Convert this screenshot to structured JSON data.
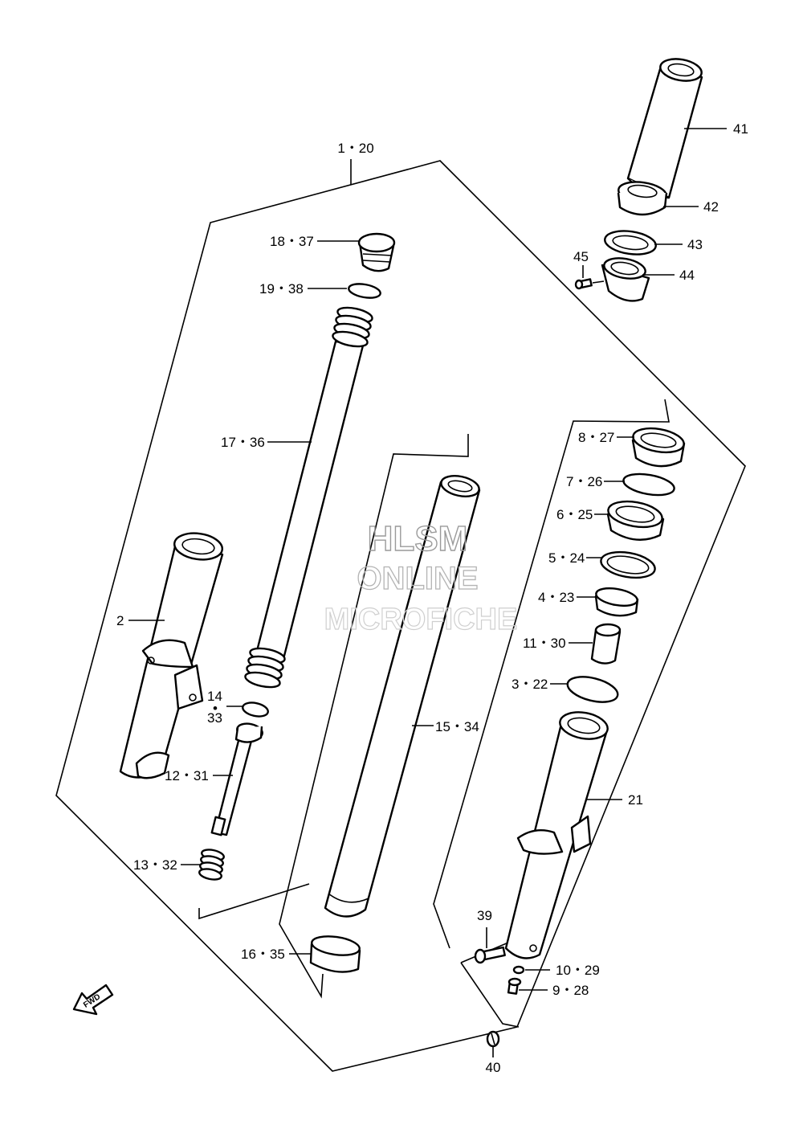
{
  "labels": {
    "p1_20": "1・20",
    "p18_37": "18・37",
    "p19_38": "19・38",
    "p17_36": "17・36",
    "p2": "2",
    "p14": "14",
    "p14_dot": "•",
    "p33": "33",
    "p12_31": "12・31",
    "p13_32": "13・32",
    "p15_34": "15・34",
    "p16_35": "16・35",
    "p41": "41",
    "p42": "42",
    "p43": "43",
    "p44": "44",
    "p45": "45",
    "p8_27": "8・27",
    "p7_26": "7・26",
    "p6_25": "6・25",
    "p5_24": "5・24",
    "p4_23": "4・23",
    "p11_30": "11・30",
    "p3_22": "3・22",
    "p21": "21",
    "p39": "39",
    "p10_29": "10・29",
    "p9_28": "9・28",
    "p40": "40"
  },
  "fwd_label": "FWD",
  "watermark": {
    "line1": "HLSM",
    "line2": "ONLINE",
    "line3": "MICROFICHE"
  }
}
